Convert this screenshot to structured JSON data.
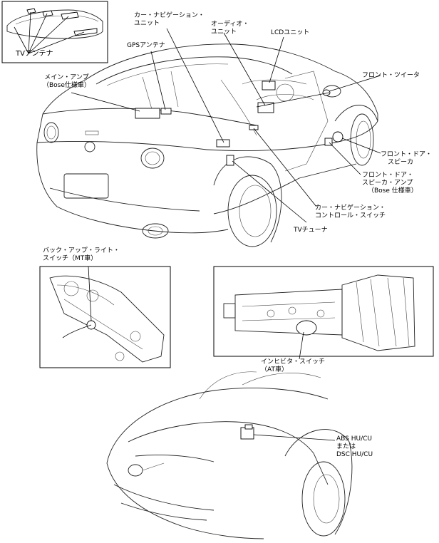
{
  "labels": {
    "tv_antenna": "TVアンテナ",
    "gps_antenna": "GPSアンテナ",
    "car_navi_unit_1": "カー・ナビゲーション・",
    "car_navi_unit_2": "ユニット",
    "audio_unit_1": "オーディオ・",
    "audio_unit_2": "ユニット",
    "lcd_unit": "LCDユニット",
    "main_amp_1": "メイン・アンプ",
    "main_amp_2": "（Bose仕様車）",
    "front_tweeter": "フロント・ツイータ",
    "front_door_speaker_1": "フロント・ドア・",
    "front_door_speaker_2": "スピーカ",
    "front_door_amp_1": "フロント・ドア・",
    "front_door_amp_2": "スピーカ・アンプ",
    "front_door_amp_3": "（Bose 仕様車）",
    "navi_control_switch_1": "カー・ナビゲーション・",
    "navi_control_switch_2": "コントロール・スイッチ",
    "tv_tuner": "TVチューナ",
    "backup_light_switch_1": "バック・アップ・ライト・",
    "backup_light_switch_2": "スイッチ（MT車）",
    "inhibitor_switch_1": "インヒビタ・スイッチ",
    "inhibitor_switch_2": "（AT車）",
    "abs_1": "ABS HU/CU",
    "abs_2": "または",
    "abs_3": "DSC HU/CU"
  }
}
